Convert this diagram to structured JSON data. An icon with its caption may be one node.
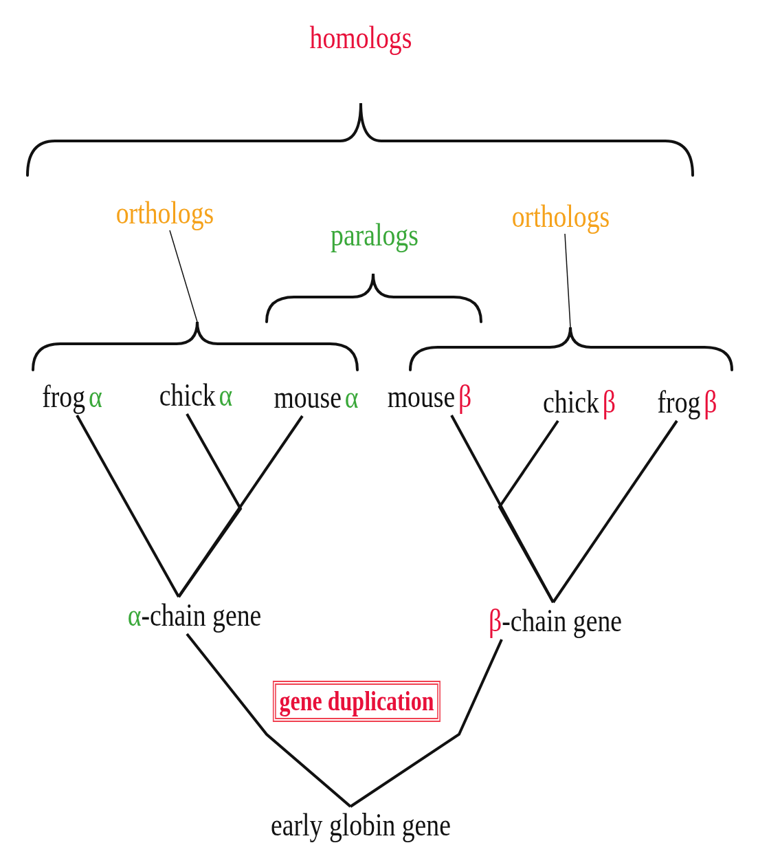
{
  "diagram": {
    "nodes": [
      {
        "text": [
          "orthologs"
        ]
      },
      {
        "text": [
          "orthologs"
        ]
      },
      {
        "text": [],
        "shape": "bracket"
      },
      {
        "text": [],
        "shape": "bracket"
      },
      {
        "text": [
          "frog",
          "α"
        ]
      },
      {
        "text": [
          "chick",
          "α"
        ]
      },
      {
        "text": [
          "mouse",
          "α"
        ]
      },
      {
        "text": [
          "mouse",
          "β"
        ]
      },
      {
        "text": [
          "chick",
          "β"
        ]
      },
      {
        "text": [
          "frog",
          "β"
        ]
      },
      {
        "text": [
          "α",
          "-chain gene"
        ]
      },
      {
        "text": [
          "β",
          "-chain gene"
        ]
      },
      {
        "text": [
          "gene duplication"
        ]
      },
      {
        "text": [
          "early globin gene"
        ]
      }
    ],
    "edges": [
      {
        "from": 0,
        "to": 2,
        "arrow": "none"
      },
      {
        "from": 1,
        "to": 3,
        "arrow": "none"
      },
      {
        "from": 10,
        "to": 4,
        "arrow": "none"
      },
      {
        "from": 10,
        "to": 5,
        "arrow": "none"
      },
      {
        "from": 10,
        "to": 6,
        "arrow": "none"
      },
      {
        "from": 11,
        "to": 7,
        "arrow": "none"
      },
      {
        "from": 11,
        "to": 8,
        "arrow": "none"
      },
      {
        "from": 11,
        "to": 9,
        "arrow": "none"
      },
      {
        "from": 13,
        "to": 10,
        "arrow": "none"
      },
      {
        "from": 13,
        "to": 11,
        "arrow": "none"
      }
    ],
    "labels": [
      "homologs",
      "paralogs"
    ]
  }
}
